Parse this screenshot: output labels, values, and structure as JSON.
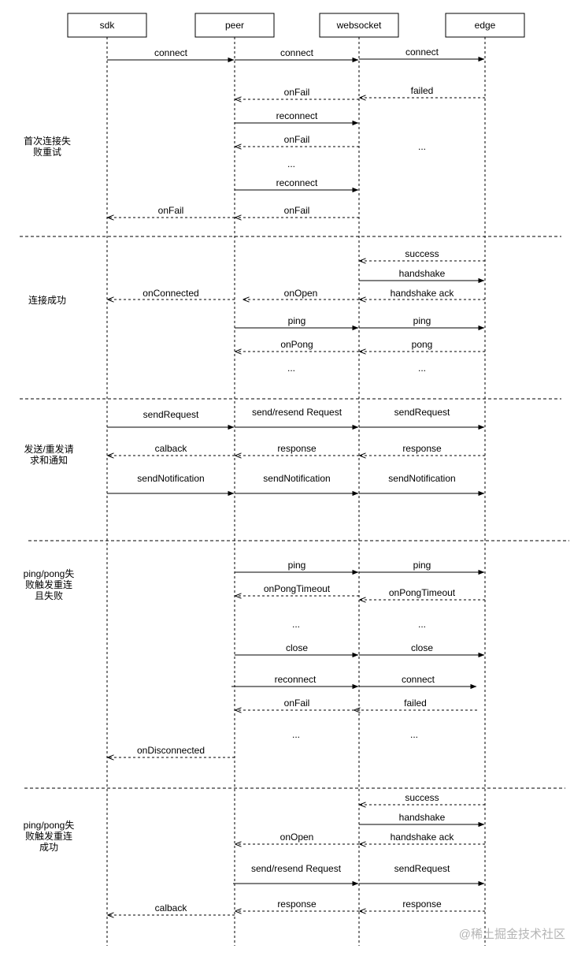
{
  "participants": [
    {
      "id": "sdk",
      "label": "sdk"
    },
    {
      "id": "peer",
      "label": "peer"
    },
    {
      "id": "websocket",
      "label": "websocket"
    },
    {
      "id": "edge",
      "label": "edge"
    }
  ],
  "sections": [
    {
      "label_lines": [
        "首次连接失",
        "败重试"
      ]
    },
    {
      "label_lines": [
        "连接成功"
      ]
    },
    {
      "label_lines": [
        "发送/重发请",
        "求和通知"
      ]
    },
    {
      "label_lines": [
        "ping/pong失",
        "败触发重连",
        "且失败"
      ]
    },
    {
      "label_lines": [
        "ping/pong失",
        "败触发重连",
        "成功"
      ]
    }
  ],
  "messages": [
    {
      "from": "sdk",
      "to": "peer",
      "label": "connect",
      "style": "solid"
    },
    {
      "from": "peer",
      "to": "websocket",
      "label": "connect",
      "style": "solid"
    },
    {
      "from": "websocket",
      "to": "edge",
      "label": "connect",
      "style": "solid"
    },
    {
      "from": "edge",
      "to": "websocket",
      "label": "failed",
      "style": "dashed"
    },
    {
      "from": "websocket",
      "to": "peer",
      "label": "onFail",
      "style": "dashed"
    },
    {
      "from": "peer",
      "to": "websocket",
      "label": "reconnect",
      "style": "solid"
    },
    {
      "from": "websocket",
      "to": "peer",
      "label": "onFail",
      "style": "dashed"
    },
    {
      "from": "peer",
      "to": "websocket",
      "label": "reconnect",
      "style": "solid"
    },
    {
      "from": "websocket",
      "to": "peer",
      "label": "onFail",
      "style": "dashed"
    },
    {
      "from": "peer",
      "to": "sdk",
      "label": "onFail",
      "style": "dashed"
    },
    {
      "from": "edge",
      "to": "websocket",
      "label": "success",
      "style": "dashed"
    },
    {
      "from": "websocket",
      "to": "edge",
      "label": "handshake",
      "style": "solid"
    },
    {
      "from": "edge",
      "to": "websocket",
      "label": "handshake ack",
      "style": "dashed"
    },
    {
      "from": "websocket",
      "to": "peer",
      "label": "onOpen",
      "style": "dashed"
    },
    {
      "from": "peer",
      "to": "sdk",
      "label": "onConnected",
      "style": "dashed"
    },
    {
      "from": "peer",
      "to": "websocket",
      "label": "ping",
      "style": "solid"
    },
    {
      "from": "websocket",
      "to": "edge",
      "label": "ping",
      "style": "solid"
    },
    {
      "from": "websocket",
      "to": "peer",
      "label": "onPong",
      "style": "dashed"
    },
    {
      "from": "edge",
      "to": "websocket",
      "label": "pong",
      "style": "dashed"
    },
    {
      "from": "sdk",
      "to": "peer",
      "label": "sendRequest",
      "style": "solid"
    },
    {
      "from": "peer",
      "to": "websocket",
      "label": "send/resend Request",
      "style": "solid"
    },
    {
      "from": "websocket",
      "to": "edge",
      "label": "sendRequest",
      "style": "solid"
    },
    {
      "from": "peer",
      "to": "sdk",
      "label": "calback",
      "style": "dashed"
    },
    {
      "from": "websocket",
      "to": "peer",
      "label": "response",
      "style": "dashed"
    },
    {
      "from": "edge",
      "to": "websocket",
      "label": "response",
      "style": "dashed"
    },
    {
      "from": "sdk",
      "to": "peer",
      "label": "sendNotification",
      "style": "solid"
    },
    {
      "from": "peer",
      "to": "websocket",
      "label": "sendNotification",
      "style": "solid"
    },
    {
      "from": "websocket",
      "to": "edge",
      "label": "sendNotification",
      "style": "solid"
    },
    {
      "from": "peer",
      "to": "websocket",
      "label": "ping",
      "style": "solid"
    },
    {
      "from": "websocket",
      "to": "edge",
      "label": "ping",
      "style": "solid"
    },
    {
      "from": "websocket",
      "to": "peer",
      "label": "onPongTimeout",
      "style": "dashed"
    },
    {
      "from": "edge",
      "to": "websocket",
      "label": "onPongTimeout",
      "style": "dashed"
    },
    {
      "from": "peer",
      "to": "websocket",
      "label": "close",
      "style": "solid"
    },
    {
      "from": "websocket",
      "to": "edge",
      "label": "close",
      "style": "solid"
    },
    {
      "from": "peer",
      "to": "websocket",
      "label": "reconnect",
      "style": "solid"
    },
    {
      "from": "websocket",
      "to": "edge",
      "label": "connect",
      "style": "solid"
    },
    {
      "from": "websocket",
      "to": "peer",
      "label": "onFail",
      "style": "dashed"
    },
    {
      "from": "edge",
      "to": "websocket",
      "label": "failed",
      "style": "dashed"
    },
    {
      "from": "peer",
      "to": "sdk",
      "label": "onDisconnected",
      "style": "dashed"
    },
    {
      "from": "edge",
      "to": "websocket",
      "label": "success",
      "style": "dashed"
    },
    {
      "from": "websocket",
      "to": "edge",
      "label": "handshake",
      "style": "solid"
    },
    {
      "from": "websocket",
      "to": "peer",
      "label": "onOpen",
      "style": "dashed"
    },
    {
      "from": "edge",
      "to": "websocket",
      "label": "handshake ack",
      "style": "dashed"
    },
    {
      "from": "peer",
      "to": "websocket",
      "label": "send/resend Request",
      "style": "solid"
    },
    {
      "from": "websocket",
      "to": "edge",
      "label": "sendRequest",
      "style": "solid"
    },
    {
      "from": "peer",
      "to": "sdk",
      "label": "calback",
      "style": "dashed"
    },
    {
      "from": "websocket",
      "to": "peer",
      "label": "response",
      "style": "dashed"
    },
    {
      "from": "edge",
      "to": "websocket",
      "label": "response",
      "style": "dashed"
    }
  ],
  "ellipses": [
    "...",
    "...",
    "...",
    "...",
    "...",
    "...",
    "...",
    "...",
    "..."
  ],
  "watermark": "@稀土掘金技术社区"
}
